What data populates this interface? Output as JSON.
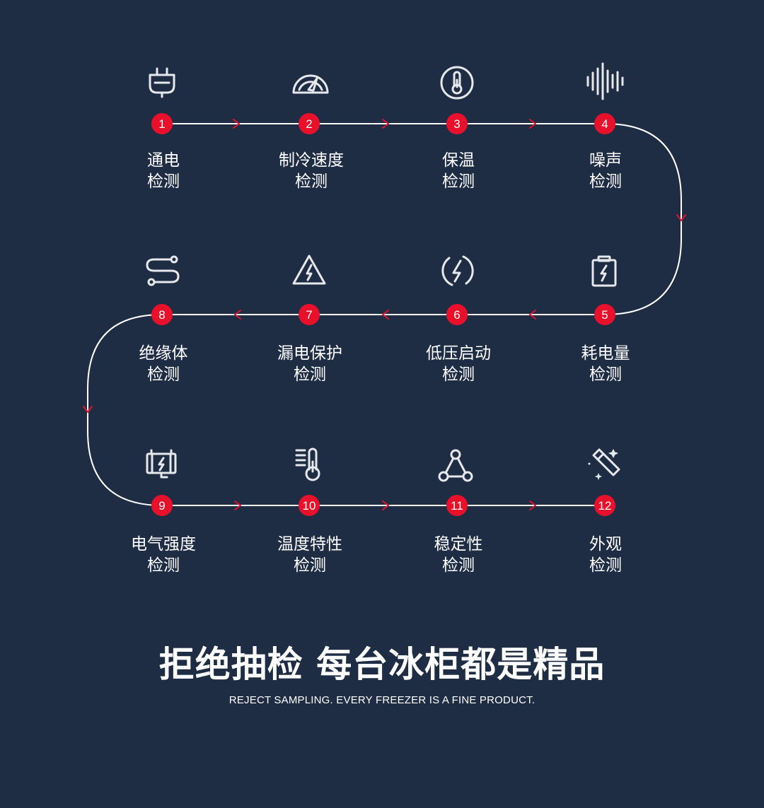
{
  "steps": [
    {
      "num": "1",
      "line1": "通电",
      "line2": "检测",
      "icon": "plug-icon"
    },
    {
      "num": "2",
      "line1": "制冷速度",
      "line2": "检测",
      "icon": "gauge-icon"
    },
    {
      "num": "3",
      "line1": "保温",
      "line2": "检测",
      "icon": "thermometer-circle-icon"
    },
    {
      "num": "4",
      "line1": "噪声",
      "line2": "检测",
      "icon": "sound-wave-icon"
    },
    {
      "num": "5",
      "line1": "耗电量",
      "line2": "检测",
      "icon": "battery-clipboard-icon"
    },
    {
      "num": "6",
      "line1": "低压启动",
      "line2": "检测",
      "icon": "lightning-circle-icon"
    },
    {
      "num": "7",
      "line1": "漏电保护",
      "line2": "检测",
      "icon": "warning-triangle-icon"
    },
    {
      "num": "8",
      "line1": "绝缘体",
      "line2": "检测",
      "icon": "route-icon"
    },
    {
      "num": "9",
      "line1": "电气强度",
      "line2": "检测",
      "icon": "power-panel-icon"
    },
    {
      "num": "10",
      "line1": "温度特性",
      "line2": "检测",
      "icon": "thermometer-scale-icon"
    },
    {
      "num": "11",
      "line1": "稳定性",
      "line2": "检测",
      "icon": "triangle-nodes-icon"
    },
    {
      "num": "12",
      "line1": "外观",
      "line2": "检测",
      "icon": "magic-wand-icon"
    }
  ],
  "headline": "拒绝抽检  每台冰柜都是精品",
  "subline": "REJECT SAMPLING. EVERY FREEZER IS A FINE PRODUCT.",
  "colors": {
    "background": "#1f2d44",
    "accent": "#e8102a",
    "line": "#ffffff",
    "icon": "#e6e8ec"
  }
}
